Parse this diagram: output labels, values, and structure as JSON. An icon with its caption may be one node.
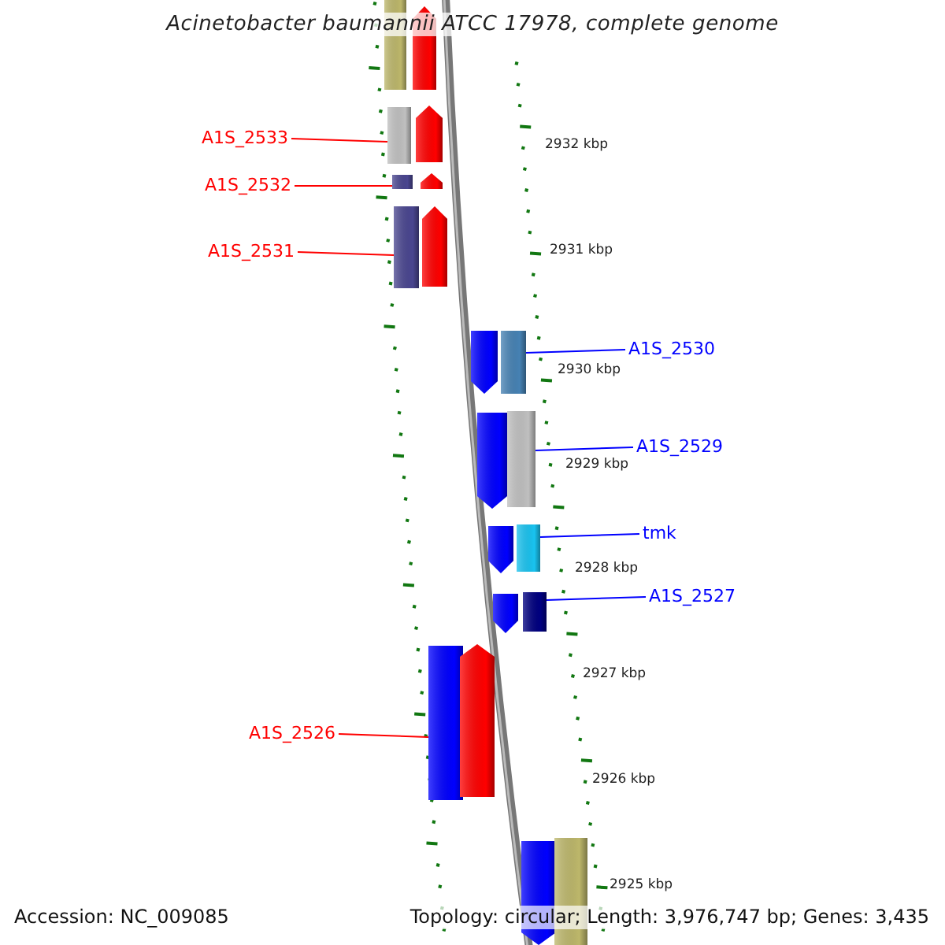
{
  "diagram": {
    "title": "Acinetobacter baumannii ATCC 17978, complete genome",
    "nodes": [
      {
        "text": [
          "A1S_2533"
        ]
      },
      {
        "text": [
          "A1S_2532"
        ]
      },
      {
        "text": [
          "A1S_2531"
        ]
      },
      {
        "text": [
          "A1S_2530"
        ]
      },
      {
        "text": [
          "A1S_2529"
        ]
      },
      {
        "text": [
          "tmk"
        ]
      },
      {
        "text": [
          "A1S_2527"
        ]
      },
      {
        "text": [
          "A1S_2526"
        ]
      },
      {
        "text": [],
        "shape": "bar"
      },
      {
        "text": [],
        "shape": "pentagon"
      },
      {
        "text": [],
        "shape": "bar"
      },
      {
        "text": [],
        "shape": "pentagon"
      },
      {
        "text": [],
        "shape": "bar"
      },
      {
        "text": [],
        "shape": "pentagon"
      },
      {
        "text": [],
        "shape": "bar"
      },
      {
        "text": [],
        "shape": "pentagon"
      },
      {
        "text": [],
        "shape": "pentagon"
      },
      {
        "text": [],
        "shape": "bar"
      },
      {
        "text": [],
        "shape": "pentagon"
      },
      {
        "text": [],
        "shape": "bar"
      },
      {
        "text": [],
        "shape": "pentagon"
      },
      {
        "text": [],
        "shape": "bar"
      },
      {
        "text": [],
        "shape": "pentagon"
      },
      {
        "text": [],
        "shape": "bar"
      },
      {
        "text": [],
        "shape": "bar"
      },
      {
        "text": [],
        "shape": "pentagon"
      },
      {
        "text": [],
        "shape": "pentagon"
      },
      {
        "text": [],
        "shape": "bar"
      }
    ],
    "edges": [
      {
        "from": 0,
        "to": 10,
        "arrow": "none"
      },
      {
        "from": 1,
        "to": 12,
        "arrow": "none"
      },
      {
        "from": 2,
        "to": 14,
        "arrow": "none"
      },
      {
        "from": 3,
        "to": 17,
        "arrow": "none",
        "color": "#0000ff"
      },
      {
        "from": 4,
        "to": 19,
        "arrow": "none",
        "color": "#0000ff"
      },
      {
        "from": 5,
        "to": 21,
        "arrow": "none",
        "color": "#0000ff"
      },
      {
        "from": 6,
        "to": 23,
        "arrow": "none",
        "color": "#0000ff"
      },
      {
        "from": 7,
        "to": 24,
        "arrow": "none"
      }
    ],
    "labels": [
      "2932 kbp",
      "2931 kbp",
      "2930 kbp",
      "2929 kbp",
      "2928 kbp",
      "2927 kbp",
      "2926 kbp",
      "2925 kbp",
      "Accession: NC_009085",
      "Topology: circular; Length: 3,976,747 bp; Genes: 3,435"
    ]
  }
}
